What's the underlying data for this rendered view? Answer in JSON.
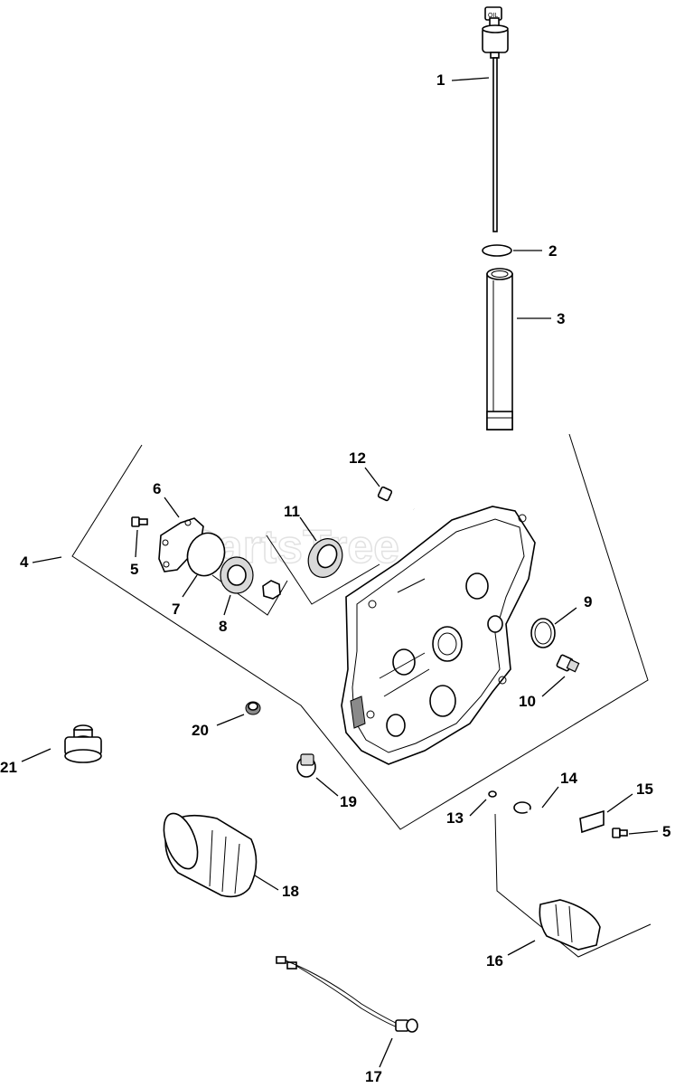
{
  "watermark": "PartsTree",
  "callouts": {
    "c1": "1",
    "c2": "2",
    "c3": "3",
    "c4": "4",
    "c5a": "5",
    "c5b": "5",
    "c6": "6",
    "c7": "7",
    "c8": "8",
    "c9": "9",
    "c10": "10",
    "c11": "11",
    "c12": "12",
    "c13": "13",
    "c14": "14",
    "c15": "15",
    "c16": "16",
    "c17": "17",
    "c18": "18",
    "c19": "19",
    "c20": "20",
    "c21": "21"
  },
  "parts": {
    "dipstick_label": "OIL"
  }
}
